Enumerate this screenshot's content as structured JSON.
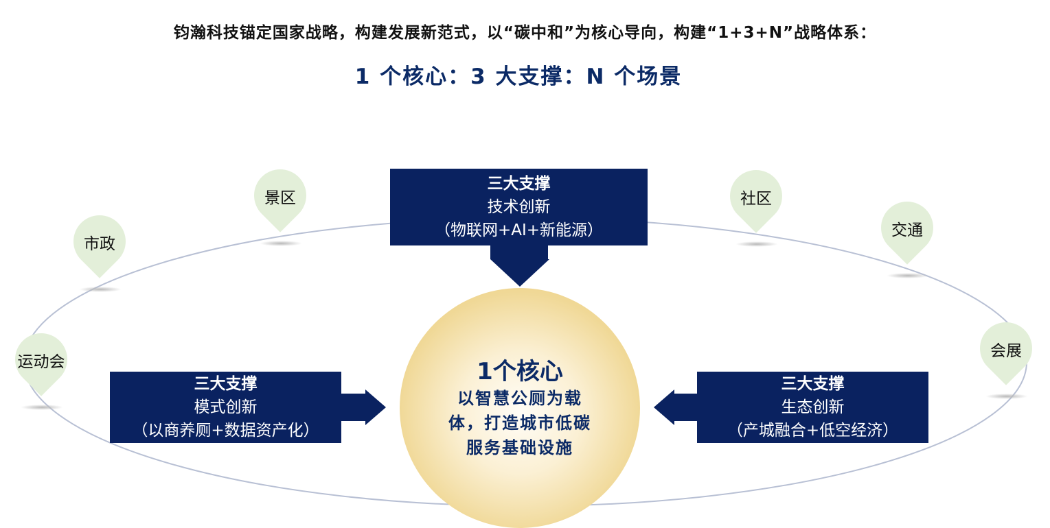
{
  "header": {
    "intro": "钧瀚科技锚定国家战略，构建发展新范式，以“碳中和”为核心导向，构建“1+3+N”战略体系：",
    "subtitle": "1 个核心：3 大支撑：N 个场景"
  },
  "core": {
    "title": "1个核心",
    "description": "以智慧公厕为载体，打造城市低碳服务基础设施"
  },
  "supports": [
    {
      "title": "三大支撑",
      "name": "技术创新",
      "detail": "（物联网+AI+新能源）"
    },
    {
      "title": "三大支撑",
      "name": "模式创新",
      "detail": "（以商养厕+数据资产化）"
    },
    {
      "title": "三大支撑",
      "name": "生态创新",
      "detail": "（产城融合+低空经济）"
    }
  ],
  "scenarios": [
    "运动会",
    "市政",
    "景区",
    "社区",
    "交通",
    "会展"
  ],
  "colors": {
    "navy": "#0a2260",
    "gold": "#e8c777",
    "pin": "#e3efd9",
    "orbit": "#b8c0d4"
  }
}
